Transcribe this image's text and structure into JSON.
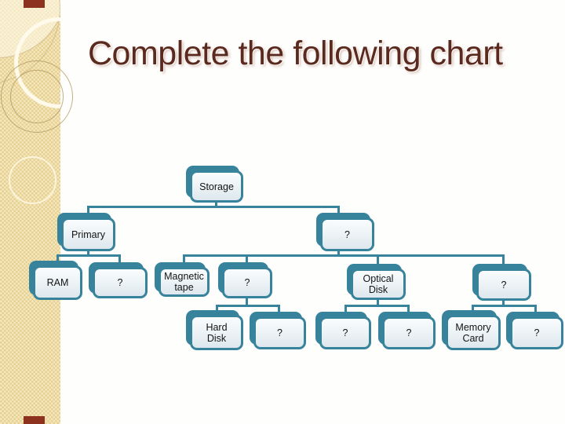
{
  "slide": {
    "title": "Complete the following chart"
  },
  "diagram": {
    "type": "hierarchy",
    "root": "Storage",
    "nodes": [
      {
        "id": "storage",
        "label": "Storage",
        "level": 1,
        "parent": null
      },
      {
        "id": "primary",
        "label": "Primary",
        "level": 2,
        "parent": "storage"
      },
      {
        "id": "secondary-unknown",
        "label": "?",
        "level": 2,
        "parent": "storage"
      },
      {
        "id": "ram",
        "label": "RAM",
        "level": 3,
        "parent": "primary"
      },
      {
        "id": "primary-unknown",
        "label": "?",
        "level": 3,
        "parent": "primary"
      },
      {
        "id": "magnetic-tape",
        "label": "Magnetic tape",
        "level": 3,
        "parent": "secondary-unknown"
      },
      {
        "id": "tape-group-unknown",
        "label": "?",
        "level": 3,
        "parent": "secondary-unknown"
      },
      {
        "id": "optical-disk",
        "label": "Optical Disk",
        "level": 3,
        "parent": "secondary-unknown"
      },
      {
        "id": "right-group-unknown",
        "label": "?",
        "level": 3,
        "parent": "secondary-unknown"
      },
      {
        "id": "hard-disk",
        "label": "Hard Disk",
        "level": 4,
        "parent": "tape-group-unknown"
      },
      {
        "id": "unknown-a",
        "label": "?",
        "level": 4,
        "parent": "tape-group-unknown"
      },
      {
        "id": "unknown-b",
        "label": "?",
        "level": 4,
        "parent": "optical-disk"
      },
      {
        "id": "unknown-c",
        "label": "?",
        "level": 4,
        "parent": "optical-disk"
      },
      {
        "id": "memory-card",
        "label": "Memory Card",
        "level": 4,
        "parent": "right-group-unknown"
      },
      {
        "id": "unknown-d",
        "label": "?",
        "level": 4,
        "parent": "right-group-unknown"
      }
    ]
  },
  "colors": {
    "node_teal": "#38839c",
    "title_text": "#5b2a1f",
    "sidebar_tan": "#ead8a2",
    "accent_dark_red": "#8e3220"
  }
}
